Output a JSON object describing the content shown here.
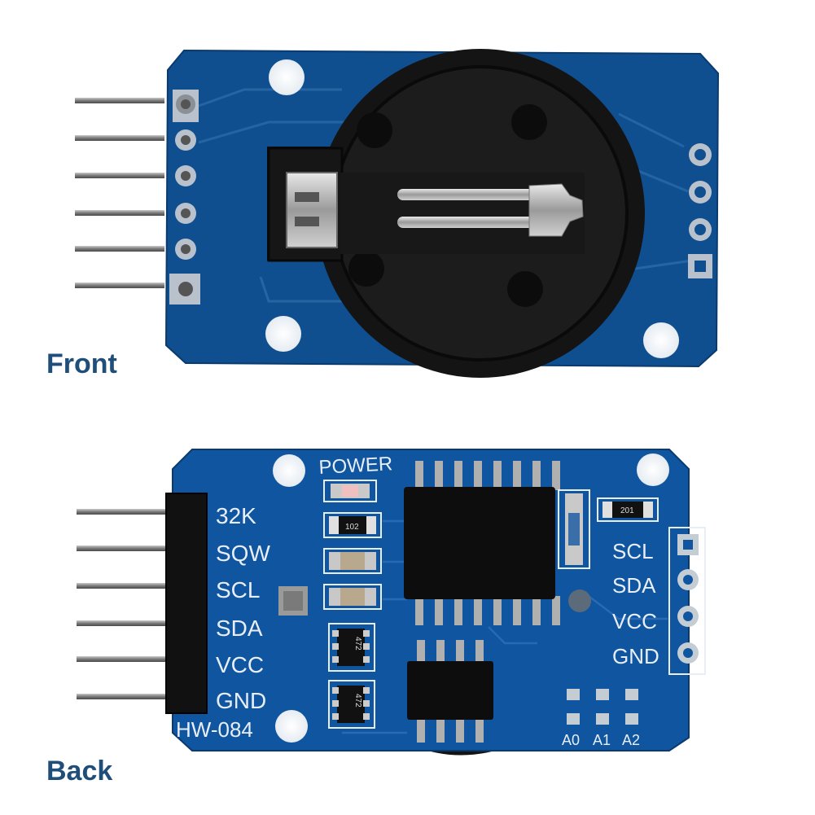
{
  "captions": {
    "front": "Front",
    "back": "Back"
  },
  "back_silkscreen": {
    "power": "POWER",
    "left_pins": [
      "32K",
      "SQW",
      "SCL",
      "SDA",
      "VCC",
      "GND"
    ],
    "right_pins": [
      "SCL",
      "SDA",
      "VCC",
      "GND"
    ],
    "model": "HW-084",
    "address_pads": [
      "A0",
      "A1",
      "A2"
    ],
    "resistor_codes": [
      "102",
      "201",
      "472",
      "472"
    ]
  },
  "colors": {
    "pcb": "#0f4f8f",
    "pcb_dark": "#0a3a6e",
    "battery_holder": "#141414",
    "chip": "#0d0d0d",
    "pin_metal": "#8a8a8a",
    "caption": "#1f4e79"
  }
}
